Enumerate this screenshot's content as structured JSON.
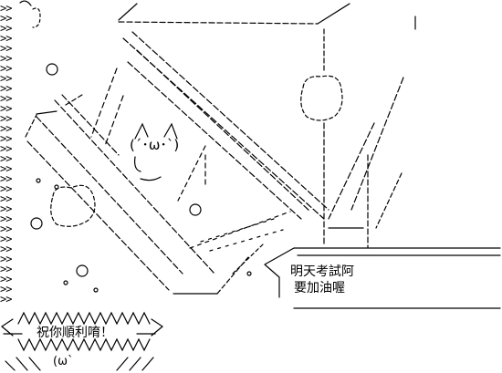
{
  "artwork": {
    "character_face": "(´･ω･`)",
    "speech_bubble_lines": [
      "明天考試阿",
      "要加油喔"
    ],
    "cheer_text": "祝你順利唷！",
    "bottom_face": "(ω`"
  }
}
